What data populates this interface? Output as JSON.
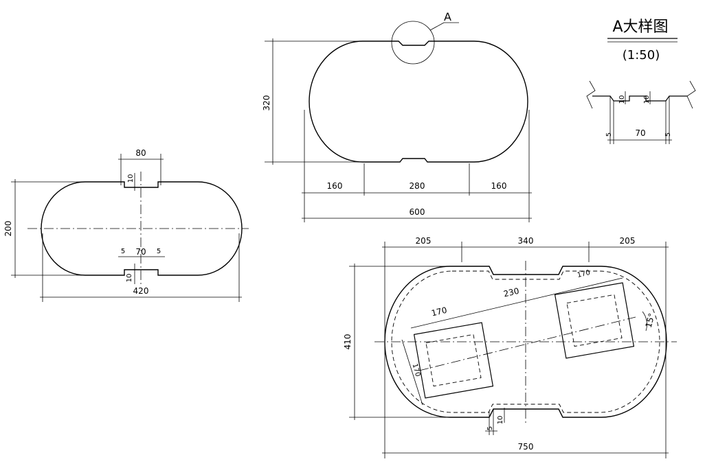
{
  "detail": {
    "title": "A大样图",
    "scale": "(1:50)",
    "marker": "A",
    "dims": {
      "left_depth": "10",
      "right_depth": "10",
      "left_edge": "5",
      "right_edge": "5",
      "width": "70"
    }
  },
  "top_view": {
    "height": "320",
    "segments": [
      "160",
      "280",
      "160"
    ],
    "total": "600"
  },
  "left_view": {
    "notch_top": "80",
    "top_depth": "10",
    "height": "200",
    "bottom_left": "5",
    "bottom_width": "70",
    "bottom_right": "5",
    "bottom_depth": "10",
    "total": "420"
  },
  "plan_view": {
    "top_dims": [
      "205",
      "340",
      "205"
    ],
    "height": "410",
    "total": "750",
    "diag_left": "170",
    "diag_center": "230",
    "diag_right": "170",
    "side_left": "170",
    "angle": "15°",
    "notch_edge": "5",
    "notch_depth": "10"
  }
}
